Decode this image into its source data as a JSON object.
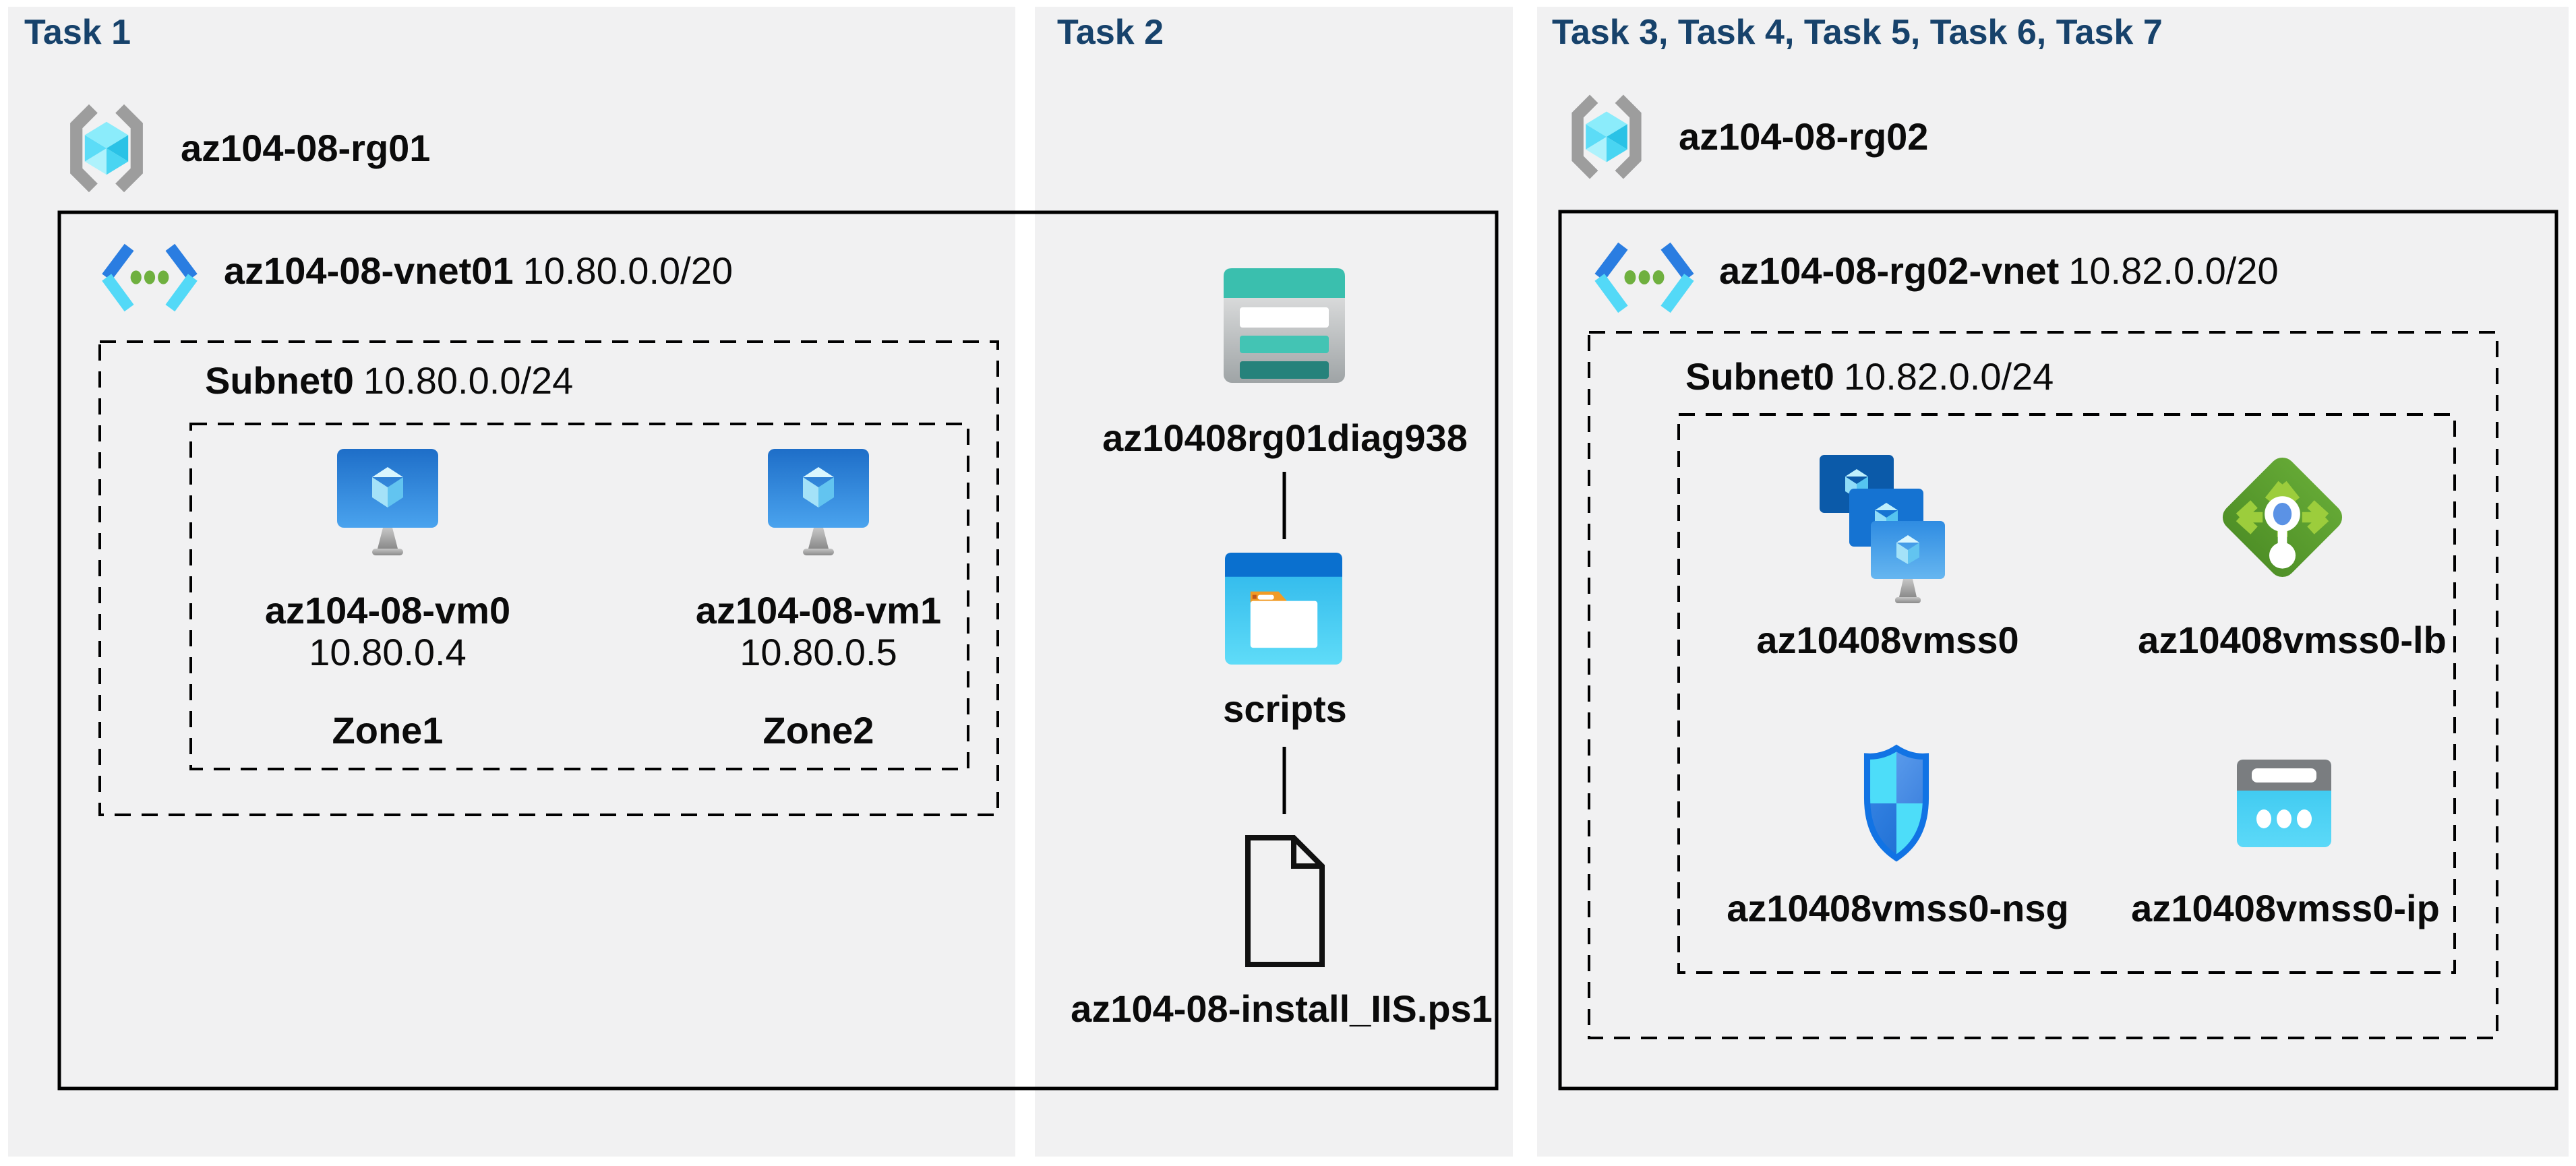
{
  "colors": {
    "page_background": "#ffffff",
    "panel_gray": "#f1f1f2",
    "task_header_navy": "#17426b",
    "label_black": "#0b0b0b",
    "vm_blue": "#1e6ec8",
    "vnet_bracket_blue": "#2a7de1",
    "vnet_bracket_cyan": "#53d9f7",
    "vnet_dot_green": "#6fb03f",
    "storage_teal": "#3abfae",
    "folder_header_blue": "#0a70cf",
    "folder_tab_orange": "#f19b26",
    "load_balancer_green": "#5a9e31",
    "nsg_shield_blue": "#1173e4",
    "nsg_shield_cyan": "#4dddf9",
    "public_ip_cyan": "#3fcbf2",
    "public_ip_gray": "#7a7d80",
    "rg_bracket_gray": "#9d9d9d",
    "rg_cube_cyan": "#55d8f5"
  },
  "task1": {
    "title": "Task 1",
    "resource_group": {
      "name": "az104-08-rg01"
    },
    "vnet": {
      "name": "az104-08-vnet01",
      "cidr": "10.80.0.0/20"
    },
    "subnet": {
      "name": "Subnet0",
      "cidr": "10.80.0.0/24"
    },
    "vms": [
      {
        "name": "az104-08-vm0",
        "ip": "10.80.0.4",
        "zone": "Zone1"
      },
      {
        "name": "az104-08-vm1",
        "ip": "10.80.0.5",
        "zone": "Zone2"
      }
    ]
  },
  "task2": {
    "title": "Task 2",
    "storage_account": {
      "name": "az10408rg01diag938"
    },
    "container": {
      "name": "scripts"
    },
    "file": {
      "name": "az104-08-install_IIS.ps1"
    }
  },
  "task3to7": {
    "title": "Task 3, Task 4, Task 5, Task 6, Task 7",
    "resource_group": {
      "name": "az104-08-rg02"
    },
    "vnet": {
      "name": "az104-08-rg02-vnet",
      "cidr": "10.82.0.0/20"
    },
    "subnet": {
      "name": "Subnet0",
      "cidr": "10.82.0.0/24"
    },
    "resources": [
      {
        "name": "az10408vmss0",
        "type": "vm-scale-set"
      },
      {
        "name": "az10408vmss0-lb",
        "type": "load-balancer"
      },
      {
        "name": "az10408vmss0-nsg",
        "type": "network-security-group"
      },
      {
        "name": "az10408vmss0-ip",
        "type": "public-ip"
      }
    ]
  }
}
